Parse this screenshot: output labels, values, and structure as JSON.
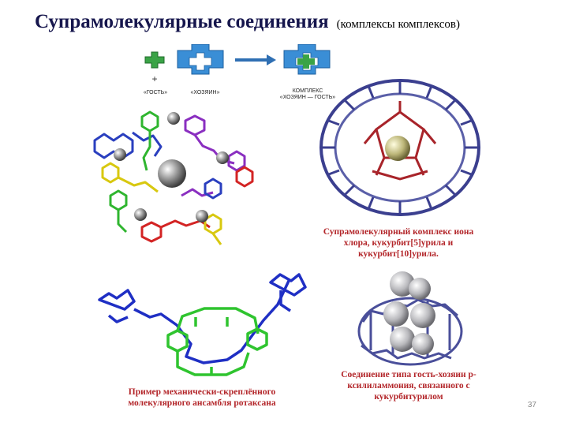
{
  "title": {
    "main": "Супрамолекулярные соединения",
    "sub": "(комплексы комплексов)"
  },
  "scheme": {
    "plus": "+",
    "guest_label": "«ГОСТЬ»",
    "host_label": "«ХОЗЯИН»",
    "complex_label_line1": "КОМПЛЕКС",
    "complex_label_line2": "«ХОЗЯИН — ГОСТЬ»",
    "colors": {
      "guest": "#3aa346",
      "host": "#3a8ed6",
      "arrow": "#2f6fb3"
    }
  },
  "captions": {
    "chlorine_complex": [
      "Супрамолекулярный комплекс иона",
      "хлора, кукурбит[5]урила и",
      "кукурбит[10]урила."
    ],
    "rotaxane": [
      "Пример механически-скреплённого",
      "молекулярного ансамбля ротаксана"
    ],
    "host_guest": [
      "Соединение типа гость-хозяин р-",
      "ксилиламмония, связанного с",
      "кукурбитурилом"
    ]
  },
  "page_number": "37",
  "colors": {
    "title": "#16164d",
    "caption": "#b3262a"
  }
}
